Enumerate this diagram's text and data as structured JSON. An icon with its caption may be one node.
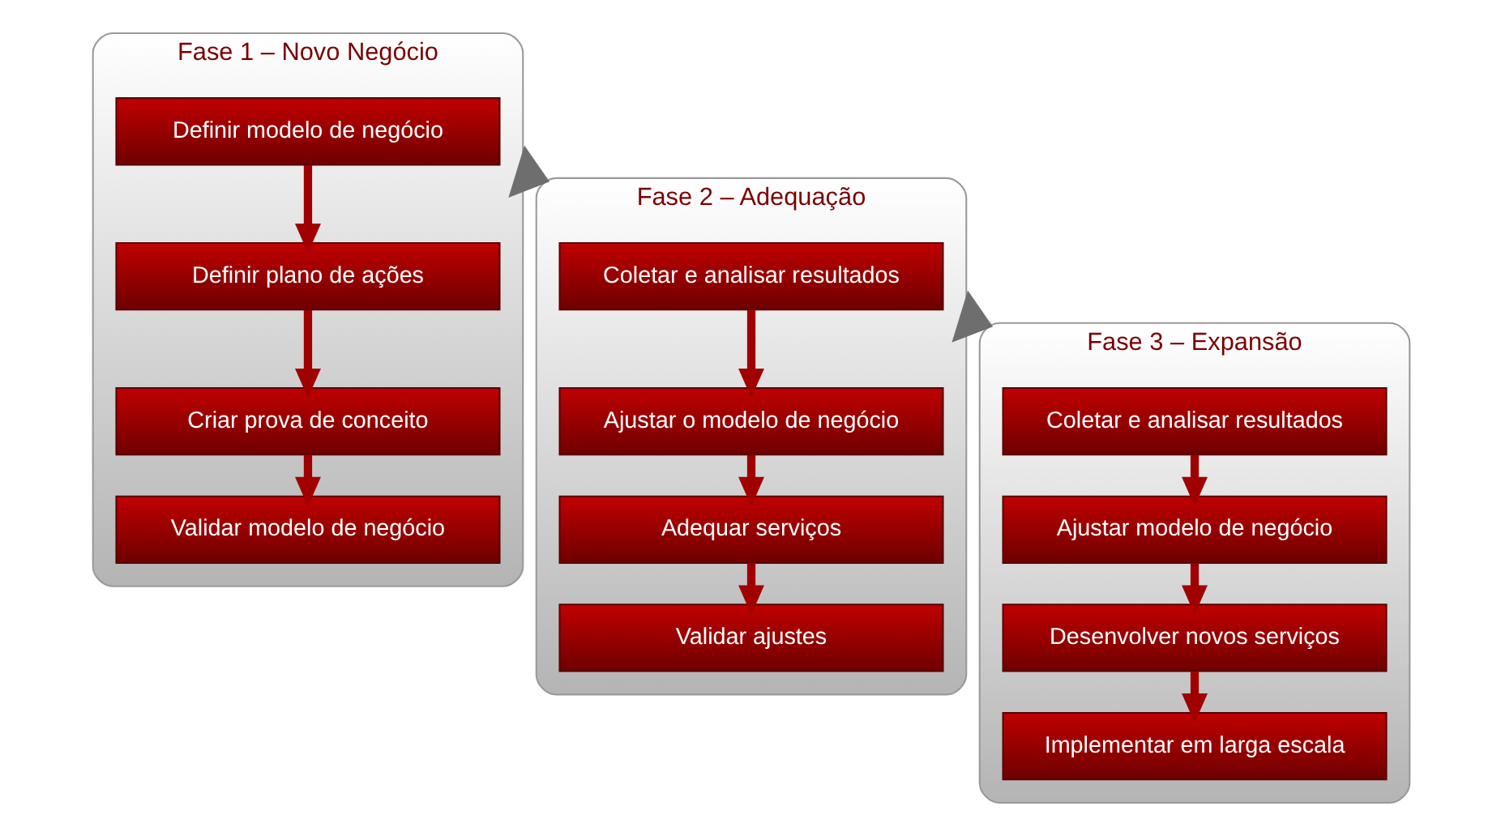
{
  "diagram": {
    "nodes": [
      {
        "text": [
          "Fase 1 – Novo Negócio"
        ]
      },
      {
        "text": [
          "Definir modelo de negócio"
        ],
        "in": 0
      },
      {
        "text": [
          "Definir plano de ações"
        ],
        "in": 0
      },
      {
        "text": [
          "Criar prova de conceito"
        ],
        "in": 0
      },
      {
        "text": [
          "Validar modelo de negócio"
        ],
        "in": 0
      },
      {
        "text": [
          "Fase 2 – Adequação"
        ]
      },
      {
        "text": [
          "Coletar e analisar resultados"
        ],
        "in": 5
      },
      {
        "text": [
          "Ajustar o modelo de negócio"
        ],
        "in": 5
      },
      {
        "text": [
          "Adequar serviços"
        ],
        "in": 5
      },
      {
        "text": [
          "Validar ajustes"
        ],
        "in": 5
      },
      {
        "text": [
          "Fase 3 – Expansão"
        ]
      },
      {
        "text": [
          "Coletar e analisar resultados"
        ],
        "in": 10
      },
      {
        "text": [
          "Ajustar modelo de negócio"
        ],
        "in": 10
      },
      {
        "text": [
          "Desenvolver novos serviços"
        ],
        "in": 10
      },
      {
        "text": [
          "Implementar em larga escala"
        ],
        "in": 10
      }
    ],
    "edges": [
      {
        "from": 1,
        "to": 2,
        "arrow": "to"
      },
      {
        "from": 2,
        "to": 3,
        "arrow": "to"
      },
      {
        "from": 3,
        "to": 4,
        "arrow": "to"
      },
      {
        "from": 0,
        "to": 5,
        "arrow": "to",
        "color": "#6e6e6e"
      },
      {
        "from": 6,
        "to": 7,
        "arrow": "to"
      },
      {
        "from": 7,
        "to": 8,
        "arrow": "to"
      },
      {
        "from": 8,
        "to": 9,
        "arrow": "to"
      },
      {
        "from": 5,
        "to": 10,
        "arrow": "to",
        "color": "#6e6e6e"
      },
      {
        "from": 11,
        "to": 12,
        "arrow": "to"
      },
      {
        "from": 12,
        "to": 13,
        "arrow": "to"
      },
      {
        "from": 13,
        "to": 14,
        "arrow": "to"
      }
    ]
  }
}
